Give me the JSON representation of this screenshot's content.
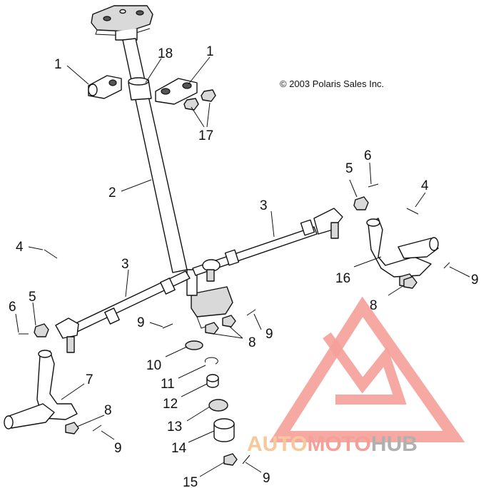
{
  "copyright": "© 2003 Polaris Sales Inc.",
  "watermark": {
    "part1": "AUTO",
    "part2": "MOTO",
    "part3": "HUB",
    "color_a": "#f4a098",
    "color_b": "#f6c89a",
    "color_c": "#b0b0b0"
  },
  "callouts": {
    "c1_left": "1",
    "c1_right": "1",
    "c18": "18",
    "c17": "17",
    "c2": "2",
    "c3_upper": "3",
    "c3_lower": "3",
    "c4_left": "4",
    "c4_right": "4",
    "c5_left": "5",
    "c5_right": "5",
    "c6_left": "6",
    "c6_right": "6",
    "c7": "7",
    "c8_center": "8",
    "c8_right": "8",
    "c8_left": "8",
    "c9_center_a": "9",
    "c9_center_b": "9",
    "c9_right": "9",
    "c9_left": "9",
    "c9_bottom": "9",
    "c10": "10",
    "c11": "11",
    "c12": "12",
    "c13": "13",
    "c14": "14",
    "c15": "15",
    "c16": "16"
  }
}
